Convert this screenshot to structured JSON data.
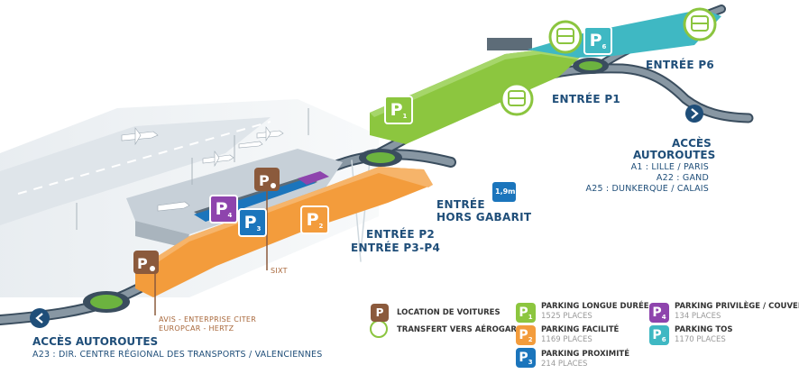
{
  "colors": {
    "navy": "#1f4e79",
    "p1": "#8cc63f",
    "p2": "#f39c3c",
    "p3": "#1b75bc",
    "p4": "#8e44ad",
    "p6": "#3fb8c3",
    "rental": "#8b5a3c",
    "roundabout": "#6cb33f"
  },
  "map": {
    "entries": {
      "p6": "ENTRÉE P6",
      "p1": "ENTRÉE P1",
      "p2": "ENTRÉE P2",
      "p3p4": "ENTRÉE P3-P4",
      "hors_gabarit_line1": "ENTRÉE",
      "hors_gabarit_line2": "HORS GABARIT",
      "height_limit": "1,9m"
    },
    "east_access": {
      "title_line1": "ACCÈS",
      "title_line2": "AUTOROUTES",
      "routes": [
        "A1 : LILLE / PARIS",
        "A22 : GAND",
        "A25 : DUNKERQUE / CALAIS"
      ]
    },
    "west_access": {
      "title": "ACCÈS AUTOROUTES",
      "route": "A23 : DIR. CENTRE RÉGIONAL DES TRANSPORTS / VALENCIENNES"
    },
    "rentals": {
      "sixt": "SIXT",
      "line1": "AVIS - ENTERPRISE CITER",
      "line2": "EUROPCAR - HERTZ"
    },
    "zone_labels": {
      "p1": "P",
      "p2": "P",
      "p3": "P",
      "p4": "P",
      "p6": "P",
      "n1": "1",
      "n2": "2",
      "n3": "3",
      "n4": "4",
      "n6": "6"
    }
  },
  "legend": {
    "rental": "LOCATION DE VOITURES",
    "transfer": "TRANSFERT VERS AÉROGARE",
    "p1": {
      "num": "1",
      "title": "PARKING LONGUE DURÉE",
      "places": "1525 PLACES"
    },
    "p2": {
      "num": "2",
      "title": "PARKING FACILITÉ",
      "places": "1169 PLACES"
    },
    "p3": {
      "num": "3",
      "title": "PARKING PROXIMITÉ",
      "places": "214 PLACES"
    },
    "p4": {
      "num": "4",
      "title": "PARKING PRIVILÈGE / COUVERT",
      "places": "134 PLACES"
    },
    "p6": {
      "num": "6",
      "title": "PARKING TOS",
      "places": "1170 PLACES"
    }
  }
}
